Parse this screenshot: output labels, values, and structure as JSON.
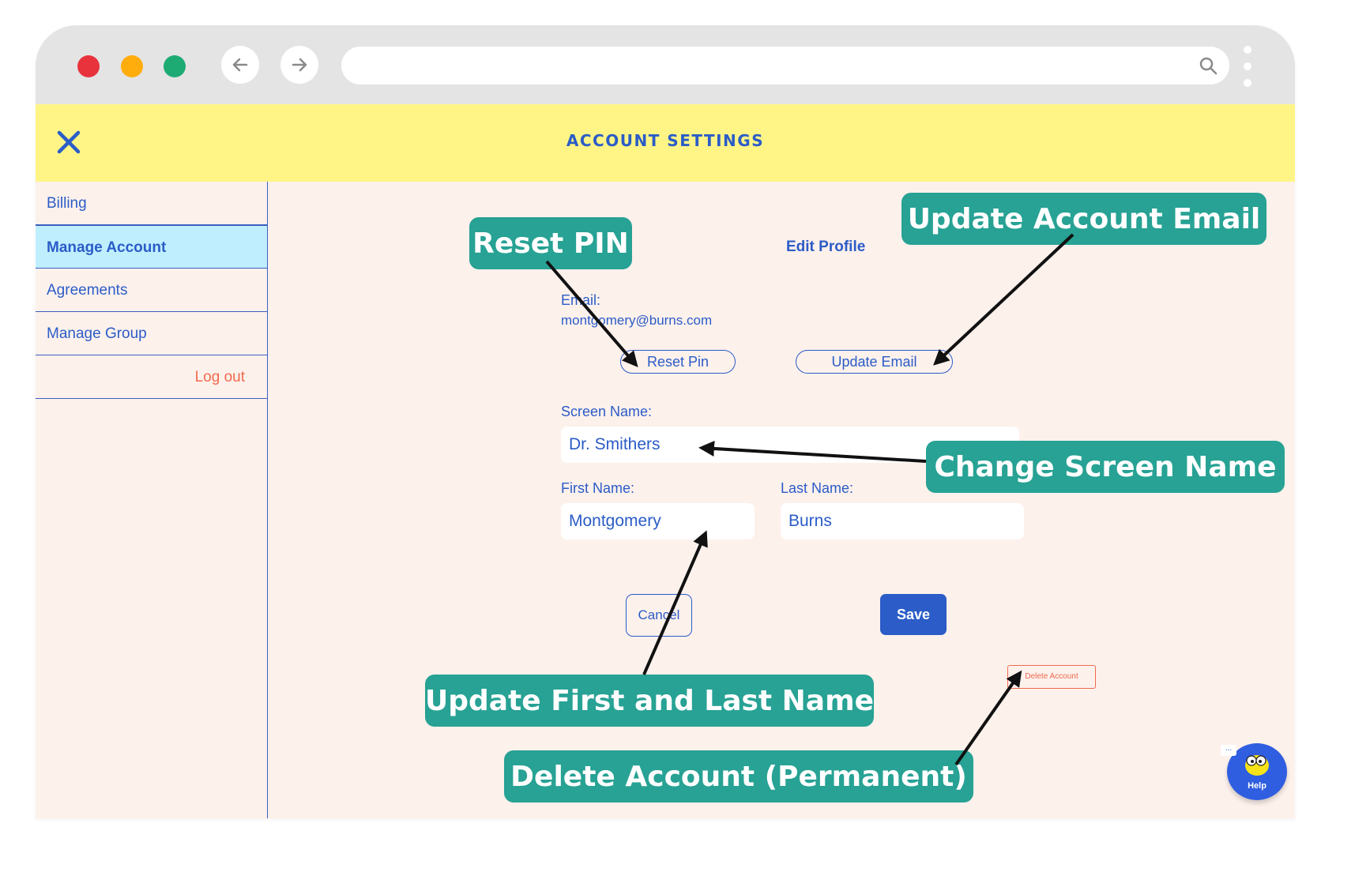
{
  "header": {
    "title": "ACCOUNT SETTINGS",
    "close_icon": "close-icon"
  },
  "sidebar": {
    "items": [
      {
        "label": "Billing"
      },
      {
        "label": "Manage Account"
      },
      {
        "label": "Agreements"
      },
      {
        "label": "Manage Group"
      }
    ],
    "logout": "Log out"
  },
  "main": {
    "section_title": "Edit Profile",
    "email_label": "Email:",
    "email_value": "montgomery@burns.com",
    "reset_pin": "Reset Pin",
    "update_email": "Update Email",
    "screen_name_label": "Screen Name:",
    "screen_name_value": "Dr. Smithers",
    "first_name_label": "First Name:",
    "first_name_value": "Montgomery",
    "last_name_label": "Last Name:",
    "last_name_value": "Burns",
    "cancel": "Cancel",
    "save": "Save",
    "delete_account": "Delete Account"
  },
  "help": {
    "label": "Help",
    "bubble": "..."
  },
  "annotations": {
    "reset_pin": "Reset PIN",
    "update_email": "Update Account Email",
    "change_screen_name": "Change Screen Name",
    "update_names": "Update First and Last Name",
    "delete_account": "Delete Account (Permanent)"
  },
  "colors": {
    "accent": "#2b5cc7",
    "header_bg": "#fef586",
    "page_bg": "#fdf1ec",
    "active_item_bg": "#bfefff",
    "danger": "#f06a4d",
    "callout_bg": "#27a294"
  }
}
